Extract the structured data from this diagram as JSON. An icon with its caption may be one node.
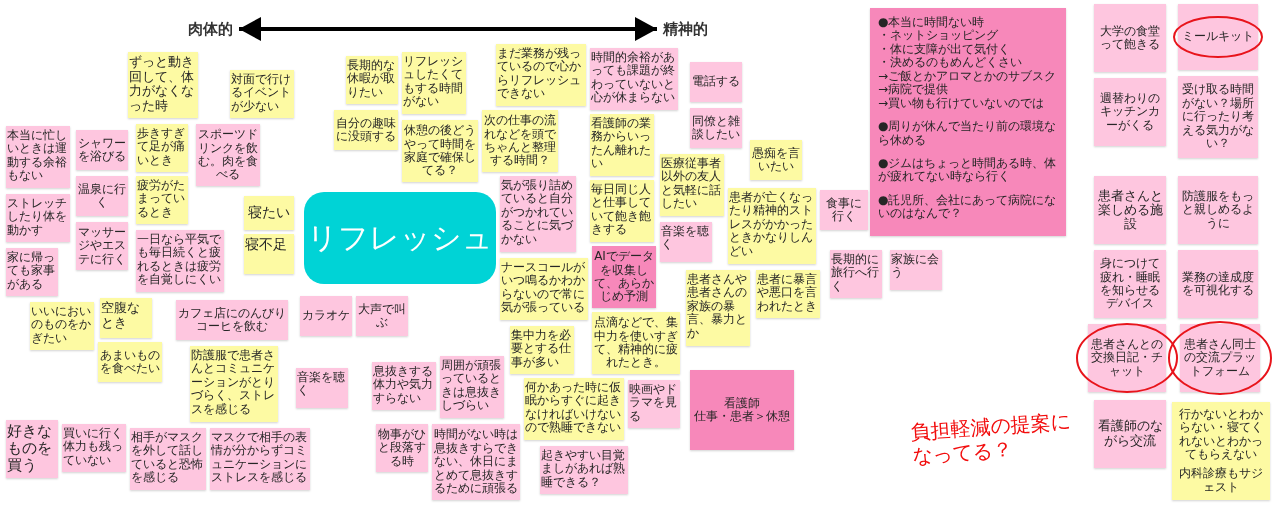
{
  "diagram": {
    "nodes": [
      {
        "text": [
          "肉体的"
        ]
      },
      {
        "text": [
          "精神的"
        ]
      },
      {
        "text": [
          "ずっと動き回して、体力がなくなった時"
        ]
      },
      {
        "text": [
          "対面で行けるイベントが少ない"
        ]
      },
      {
        "text": [
          "本当に忙しいときは運動する余裕もない"
        ]
      },
      {
        "text": [
          "シャワーを浴びる"
        ]
      },
      {
        "text": [
          "歩きすぎて足が痛いとき"
        ]
      },
      {
        "text": [
          "スポーツドリンクを飲む。肉を食べる"
        ]
      },
      {
        "text": [
          "疲労がたまっているとき"
        ]
      },
      {
        "text": [
          "ストレッチしたり体を動かす"
        ]
      },
      {
        "text": [
          "温泉に行く"
        ]
      },
      {
        "text": [
          "寝たい"
        ]
      },
      {
        "text": [
          "寝不足"
        ]
      },
      {
        "text": [
          "マッサージやエステに行く"
        ]
      },
      {
        "text": [
          "一日なら平気でも毎日続くと疲れるときは疲労を自覚しにくい"
        ]
      },
      {
        "text": [
          "家に帰っても家事がある"
        ]
      },
      {
        "text": [
          "いいにおいのものをかぎたい"
        ]
      },
      {
        "text": [
          "カフェ店にのんびりコーヒを飲む"
        ]
      },
      {
        "text": [
          "空腹なとき"
        ]
      },
      {
        "text": [
          "あまいものを食べたい"
        ]
      },
      {
        "text": [
          "防護服で患者さんとコミュニケーションがとりづらく、ストレスを感じる"
        ]
      },
      {
        "text": [
          "好きなものを買う"
        ]
      },
      {
        "text": [
          "買いに行く体力も残っていない"
        ]
      },
      {
        "text": [
          "相手がマスクを外して話していると恐怖を感じる"
        ]
      },
      {
        "text": [
          "マスクで相手の表情が分からずコミュニケーションにストレスを感じる"
        ]
      },
      {
        "text": [
          "長期的な休暇が取りたい"
        ]
      },
      {
        "text": [
          "リフレッシュしたくてもする時間がない"
        ]
      },
      {
        "text": [
          "自分の趣味に没頭する"
        ]
      },
      {
        "text": [
          "休憩の後どうやって時間を家庭で確保してる？"
        ]
      },
      {
        "text": [
          "次の仕事の流れなどを頭でちゃんと整理する時間？"
        ]
      },
      {
        "text": [
          "リフレッシュ"
        ]
      },
      {
        "text": [
          "カラオケ"
        ]
      },
      {
        "text": [
          "大声で叫ぶ"
        ]
      },
      {
        "text": [
          "音楽を聴く"
        ]
      },
      {
        "text": [
          "息抜きする体力や気力すらない"
        ]
      },
      {
        "text": [
          "周囲が頑張っているときは息抜きしづらい"
        ]
      },
      {
        "text": [
          "物事がひと段落する時"
        ]
      },
      {
        "text": [
          "時間がない時は息抜きすらできない、休日にまとめて息抜きするために頑張る"
        ]
      },
      {
        "text": [
          "時間的余裕があっても課題が終わっていないと心が休まらない"
        ]
      },
      {
        "text": [
          "まだ業務が残っているので心からリフレッシュできない"
        ]
      },
      {
        "text": [
          "電話する"
        ]
      },
      {
        "text": [
          "看護師の業務からいったん離れたい"
        ]
      },
      {
        "text": [
          "同僚と雑談したい"
        ]
      },
      {
        "text": [
          "愚痴を言いたい"
        ]
      },
      {
        "text": [
          "毎日同じ人と仕事していて飽き飽きする"
        ]
      },
      {
        "text": [
          "気が張り詰めていると自分がつかれていることに気づかない"
        ]
      },
      {
        "text": [
          "医療従事者以外の友人と気軽に話したい"
        ]
      },
      {
        "text": [
          "音楽を聴く"
        ]
      },
      {
        "text": [
          "ナースコールがいつ鳴るかわからないので常に気が張っている"
        ]
      },
      {
        "text": [
          "AIでデータを収集して、あらかじめ予測"
        ]
      },
      {
        "text": [
          "患者が亡くなったり精神的ストレスがかかったときかなりしんどい"
        ]
      },
      {
        "text": [
          "点滴などで、集中力を使いすぎて、精神的に疲れたとき。"
        ]
      },
      {
        "text": [
          "集中力を必要とする仕事が多い"
        ]
      },
      {
        "text": [
          "患者さんや患者さんの家族の暴言、暴力とか"
        ]
      },
      {
        "text": [
          "患者に暴言や悪口を言われたとき"
        ]
      },
      {
        "text": [
          "映画やドラマを見る"
        ]
      },
      {
        "text": [
          "何かあった時に仮眠からすぐに起きなければいけないので熟睡できない"
        ]
      },
      {
        "text": [
          "起きやすい目覚ましがあれば熟睡できる？"
        ]
      },
      {
        "text": [
          "看護師",
          "仕事・患者＞休憩"
        ]
      },
      {
        "text": [
          "食事に行く"
        ]
      },
      {
        "text": [
          "長期的に旅行へ行く"
        ]
      },
      {
        "text": [
          "家族に会う"
        ]
      },
      {
        "text": [
          "●本当に時間ない時",
          "・ネットショッピング",
          "・体に支障が出て気付く",
          "・決めるのもめんどくさい",
          "→ご飯とかアロマとかのサブスク",
          "→病院で提供",
          "→買い物も行けていないのでは",
          "●周りが休んで当たり前の環境なら休める",
          "●ジムはちょっと時間ある時、体が疲れてない時なら行く",
          "●託児所、会社にあって病院にないのはなんで？"
        ]
      },
      {
        "text": [
          "大学の食堂って飽きる"
        ]
      },
      {
        "text": [
          "ミールキット"
        ]
      },
      {
        "text": [
          "週替わりのキッチンカーがくる"
        ]
      },
      {
        "text": [
          "受け取る時間がない？場所に行ったり考える気力がない？"
        ]
      },
      {
        "text": [
          "患者さんと楽しめる施設"
        ]
      },
      {
        "text": [
          "防護服をもっと親しめるように"
        ]
      },
      {
        "text": [
          "身につけて疲れ・睡眠を知らせるデバイス"
        ]
      },
      {
        "text": [
          "業務の達成度を可視化する"
        ]
      },
      {
        "text": [
          "患者さんとの交換日記・チャット"
        ]
      },
      {
        "text": [
          "患者さん同士の交流プラットフォーム"
        ]
      },
      {
        "text": [
          "看護師のながら交流"
        ]
      },
      {
        "text": [
          "行かないとわからない・寝てくれないとわかってもらえない",
          "内科診療もサジェスト"
        ]
      }
    ],
    "edges": [
      {
        "from": 0,
        "to": 1,
        "arrow": "both"
      }
    ],
    "labels": [
      "負担軽減の提案になってる？"
    ]
  }
}
